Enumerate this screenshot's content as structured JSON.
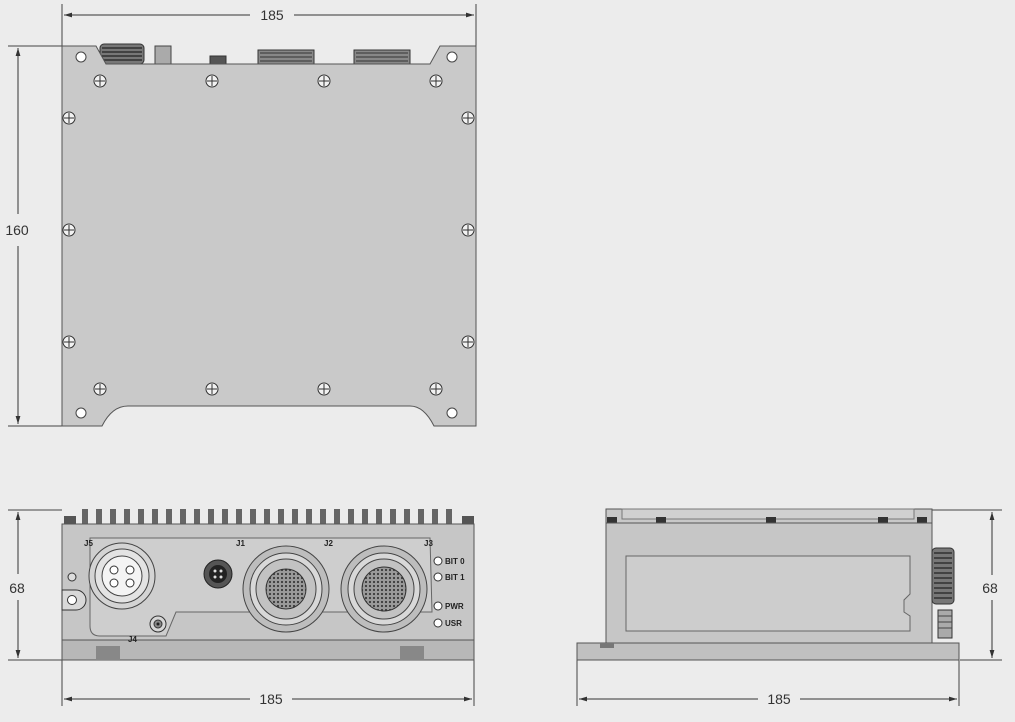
{
  "dimensions": {
    "top_width": "185",
    "top_height": "160",
    "front_height": "68",
    "front_width": "185",
    "side_width": "185",
    "side_height": "68"
  },
  "connectors": {
    "j5": "J5",
    "j1": "J1",
    "j2": "J2",
    "j3": "J3",
    "j4": "J4"
  },
  "leds": {
    "bit0": "BIT 0",
    "bit1": "BIT 1",
    "pwr": "PWR",
    "usr": "USR"
  },
  "colors": {
    "background": "#ececec",
    "body": "#c7c7c7",
    "body_light": "#d2d2d2",
    "outline": "#555555"
  }
}
